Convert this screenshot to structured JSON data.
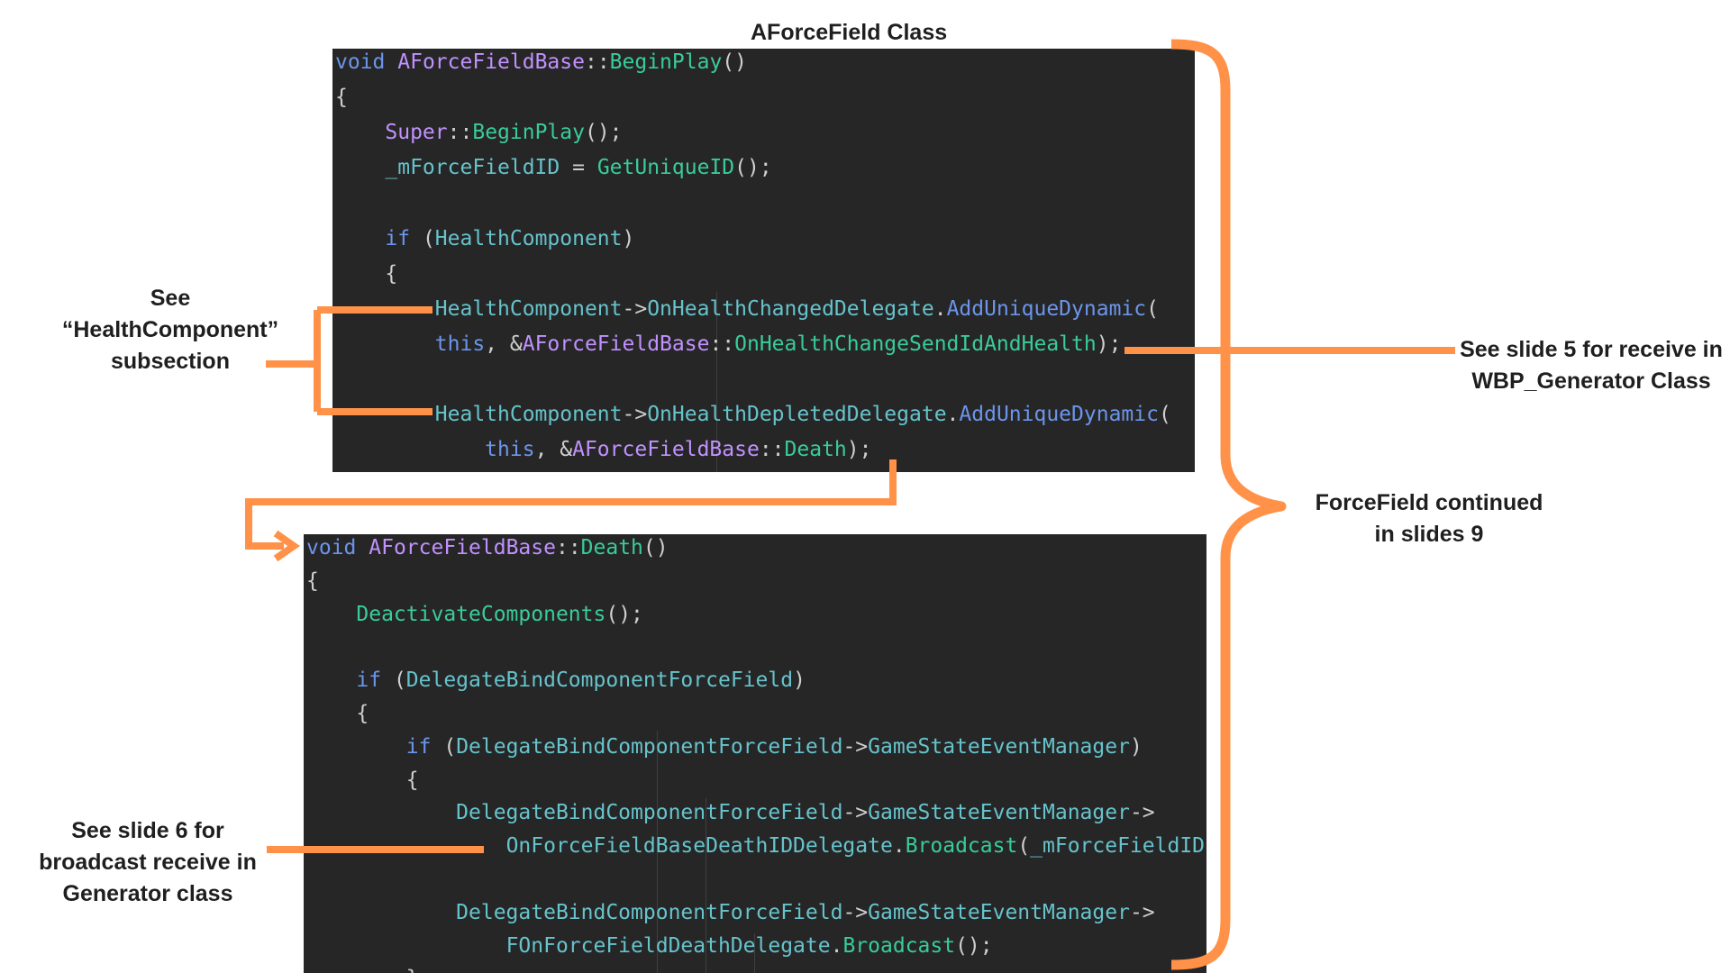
{
  "title": "AForceField Class",
  "notes": {
    "health_component": [
      "See",
      "“HealthComponent”",
      "subsection"
    ],
    "slide5": [
      "See slide 5 for receive in",
      "WBP_Generator Class"
    ],
    "continued": [
      "ForceField continued",
      "in slides 9"
    ],
    "slide6": [
      "See slide 6 for",
      "broadcast receive in",
      "Generator class"
    ]
  },
  "colors": {
    "accent": "#ff9248",
    "code_bg": "#262626",
    "keyword": "#6c95eb",
    "type": "#c191ff",
    "function": "#39cc9b",
    "member": "#66c3cc",
    "plain": "#cfcfcf"
  },
  "code_block_1": [
    [
      [
        "void",
        "k"
      ],
      [
        " ",
        "p"
      ],
      [
        "AForceFieldBase",
        "t"
      ],
      [
        "::",
        "p"
      ],
      [
        "BeginPlay",
        "f"
      ],
      [
        "()",
        "p"
      ]
    ],
    [
      [
        "{",
        "p"
      ]
    ],
    [
      [
        "    ",
        "p"
      ],
      [
        "Super",
        "t"
      ],
      [
        "::",
        "p"
      ],
      [
        "BeginPlay",
        "f"
      ],
      [
        "();",
        "p"
      ]
    ],
    [
      [
        "    ",
        "p"
      ],
      [
        "_mForceFieldID",
        "m"
      ],
      [
        " = ",
        "p"
      ],
      [
        "GetUniqueID",
        "f"
      ],
      [
        "();",
        "p"
      ]
    ],
    [],
    [
      [
        "    ",
        "p"
      ],
      [
        "if",
        "k"
      ],
      [
        " (",
        "p"
      ],
      [
        "HealthComponent",
        "m"
      ],
      [
        ")",
        "p"
      ]
    ],
    [
      [
        "    ",
        "p"
      ],
      [
        "{",
        "p"
      ]
    ],
    [
      [
        "        ",
        "p"
      ],
      [
        "HealthComponent",
        "m"
      ],
      [
        "->",
        "p"
      ],
      [
        "OnHealthChangedDelegate",
        "m"
      ],
      [
        ".",
        "p"
      ],
      [
        "AddUniqueDynamic",
        "k"
      ],
      [
        "(",
        "p"
      ]
    ],
    [
      [
        "        ",
        "p"
      ],
      [
        "this",
        "k"
      ],
      [
        ", &",
        "p"
      ],
      [
        "AForceFieldBase",
        "t"
      ],
      [
        "::",
        "p"
      ],
      [
        "OnHealthChangeSendIdAndHealth",
        "f"
      ],
      [
        ");",
        "p"
      ]
    ],
    [],
    [
      [
        "        ",
        "p"
      ],
      [
        "HealthComponent",
        "m"
      ],
      [
        "->",
        "p"
      ],
      [
        "OnHealthDepletedDelegate",
        "m"
      ],
      [
        ".",
        "p"
      ],
      [
        "AddUniqueDynamic",
        "k"
      ],
      [
        "(",
        "p"
      ]
    ],
    [
      [
        "            ",
        "p"
      ],
      [
        "this",
        "k"
      ],
      [
        ", &",
        "p"
      ],
      [
        "AForceFieldBase",
        "t"
      ],
      [
        "::",
        "p"
      ],
      [
        "Death",
        "f"
      ],
      [
        ");",
        "p"
      ]
    ]
  ],
  "code_block_2": [
    [
      [
        "void",
        "k"
      ],
      [
        " ",
        "p"
      ],
      [
        "AForceFieldBase",
        "t"
      ],
      [
        "::",
        "p"
      ],
      [
        "Death",
        "f"
      ],
      [
        "()",
        "p"
      ]
    ],
    [
      [
        "{",
        "p"
      ]
    ],
    [
      [
        "    ",
        "p"
      ],
      [
        "DeactivateComponents",
        "f"
      ],
      [
        "();",
        "p"
      ]
    ],
    [],
    [
      [
        "    ",
        "p"
      ],
      [
        "if",
        "k"
      ],
      [
        " (",
        "p"
      ],
      [
        "DelegateBindComponentForceField",
        "m"
      ],
      [
        ")",
        "p"
      ]
    ],
    [
      [
        "    ",
        "p"
      ],
      [
        "{",
        "p"
      ]
    ],
    [
      [
        "        ",
        "p"
      ],
      [
        "if",
        "k"
      ],
      [
        " (",
        "p"
      ],
      [
        "DelegateBindComponentForceField",
        "m"
      ],
      [
        "->",
        "p"
      ],
      [
        "GameStateEventManager",
        "m"
      ],
      [
        ")",
        "p"
      ]
    ],
    [
      [
        "        ",
        "p"
      ],
      [
        "{",
        "p"
      ]
    ],
    [
      [
        "            ",
        "p"
      ],
      [
        "DelegateBindComponentForceField",
        "m"
      ],
      [
        "->",
        "p"
      ],
      [
        "GameStateEventManager",
        "m"
      ],
      [
        "->",
        "p"
      ]
    ],
    [
      [
        "                ",
        "p"
      ],
      [
        "OnForceFieldBaseDeathIDDelegate",
        "m"
      ],
      [
        ".",
        "p"
      ],
      [
        "Broadcast",
        "f"
      ],
      [
        "(",
        "p"
      ],
      [
        "_mForceFieldID",
        "m"
      ],
      [
        ");",
        "p"
      ]
    ],
    [],
    [
      [
        "            ",
        "p"
      ],
      [
        "DelegateBindComponentForceField",
        "m"
      ],
      [
        "->",
        "p"
      ],
      [
        "GameStateEventManager",
        "m"
      ],
      [
        "->",
        "p"
      ]
    ],
    [
      [
        "                ",
        "p"
      ],
      [
        "FOnForceFieldDeathDelegate",
        "m"
      ],
      [
        ".",
        "p"
      ],
      [
        "Broadcast",
        "f"
      ],
      [
        "();",
        "p"
      ]
    ],
    [
      [
        "        ",
        "p"
      ],
      [
        "}",
        "p"
      ]
    ]
  ]
}
